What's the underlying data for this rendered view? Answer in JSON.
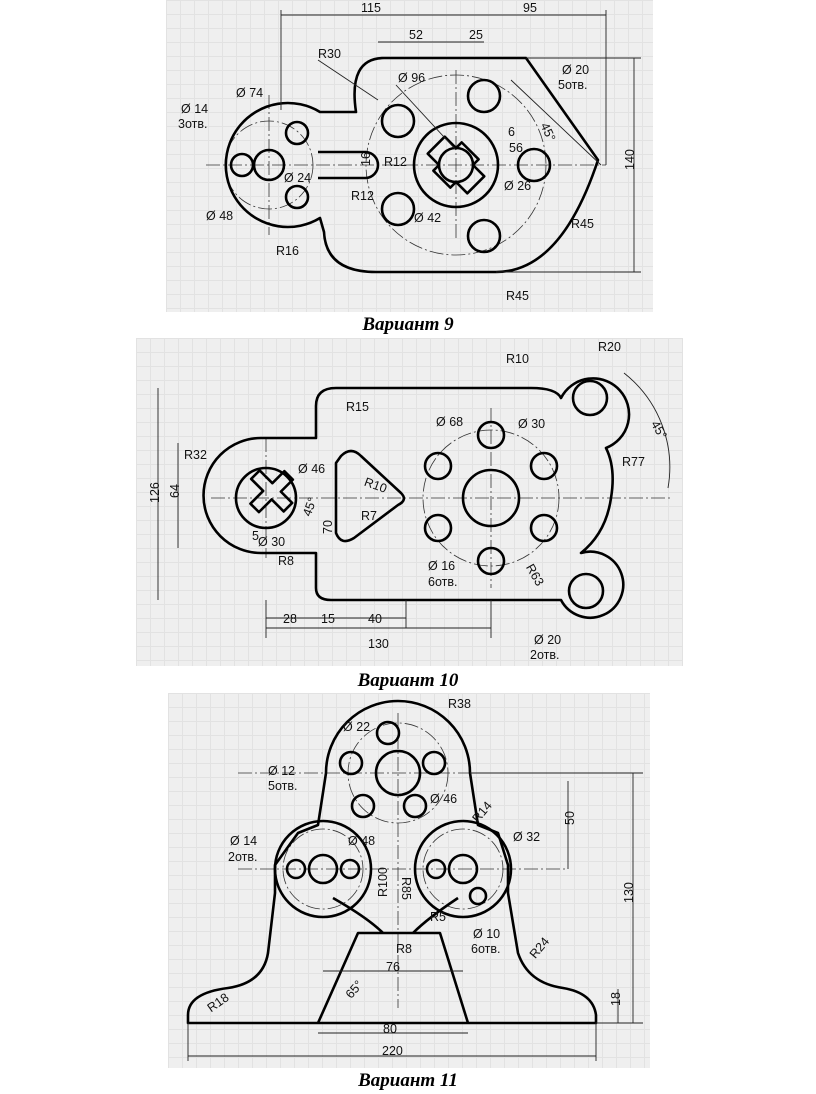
{
  "variants": [
    {
      "caption": "Вариант 9",
      "dims": {
        "d115": "115",
        "d95": "95",
        "d52": "52",
        "d25": "25",
        "r30": "R30",
        "d74": "Ø 74",
        "d14": "Ø 14",
        "d14n": "3отв.",
        "d96": "Ø 96",
        "d20": "Ø 20",
        "d20n": "5отв.",
        "a45": "45°",
        "d6": "6",
        "d56": "56",
        "r12a": "R12",
        "d16": "16",
        "d24": "Ø 24",
        "d26": "Ø 26",
        "r12b": "R12",
        "d48": "Ø 48",
        "d42": "Ø 42",
        "r45a": "R45",
        "d140": "140",
        "r16": "R16",
        "r45b": "R45"
      }
    },
    {
      "caption": "Вариант 10",
      "dims": {
        "r10a": "R10",
        "r20": "R20",
        "r15": "R15",
        "a45a": "45°",
        "d68": "Ø 68",
        "d30a": "Ø 30",
        "r32": "R32",
        "d46": "Ø 46",
        "r77": "R77",
        "r10b": "R10",
        "d126": "126",
        "d64": "64",
        "a45b": "45°",
        "r7": "R7",
        "d5": "5",
        "d70": "70",
        "d30b": "Ø 30",
        "r63": "R63",
        "r8": "R8",
        "d16": "Ø 16",
        "d16n": "6отв.",
        "d28": "28",
        "d15": "15",
        "d40": "40",
        "d130": "130",
        "d20": "Ø 20",
        "d20n": "2отв."
      }
    },
    {
      "caption": "Вариант 11",
      "dims": {
        "r38": "R38",
        "d22": "Ø 22",
        "d12": "Ø 12",
        "d12n": "5отв.",
        "d46": "Ø 46",
        "r14": "R14",
        "d50": "50",
        "d14": "Ø 14",
        "d14n": "2отв.",
        "d48": "Ø 48",
        "d32": "Ø 32",
        "r100": "R100",
        "r85": "R85",
        "r5": "R5",
        "d130": "130",
        "r8": "R8",
        "d10": "Ø 10",
        "d10n": "6отв.",
        "r24": "R24",
        "d76": "76",
        "a65": "65°",
        "r18": "R18",
        "d18": "18",
        "d80": "80",
        "d220": "220"
      }
    }
  ]
}
